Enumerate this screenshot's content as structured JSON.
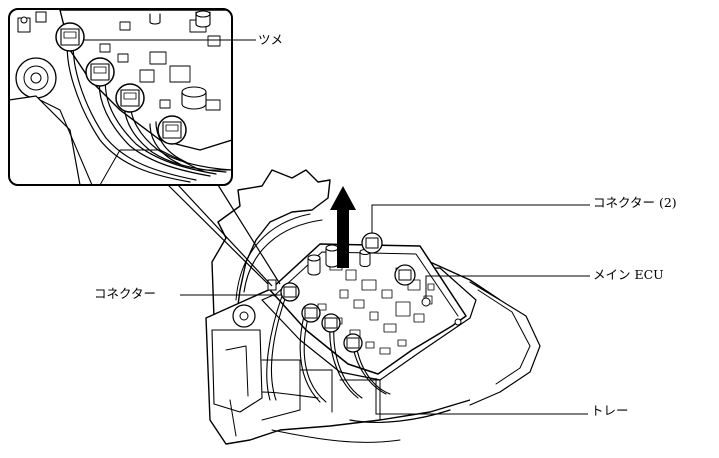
{
  "labels": {
    "tsume": "ツメ",
    "connector_2": "コネクター (2)",
    "main_ecu": "メイン ECU",
    "connector": "コネクター",
    "tray": "トレー"
  }
}
